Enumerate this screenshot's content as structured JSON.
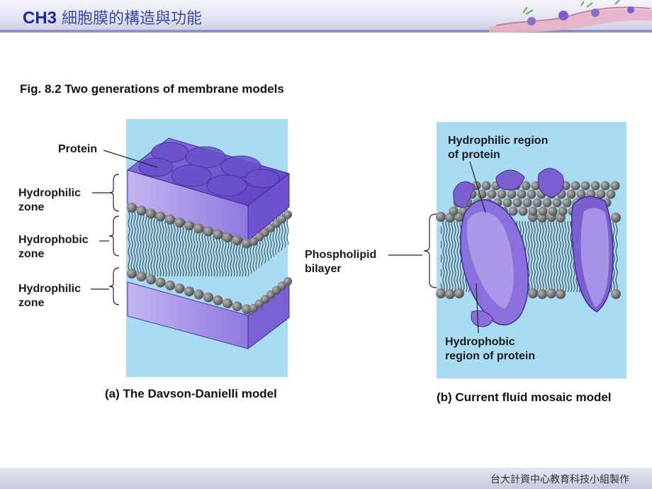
{
  "header": {
    "chapter": "CH3",
    "title": " 細胞膜的構造與功能"
  },
  "figure": {
    "title": "Fig. 8.2  Two generations of membrane models"
  },
  "panel_a": {
    "labels": {
      "protein": "Protein",
      "hydrophilic_top_1": "Hydrophilic",
      "hydrophilic_top_2": "zone",
      "hydrophobic_1": "Hydrophobic",
      "hydrophobic_2": "zone",
      "hydrophilic_bottom_1": "Hydrophilic",
      "hydrophilic_bottom_2": "zone"
    },
    "caption": "(a)  The Davson-Danielli model"
  },
  "panel_b": {
    "labels": {
      "hydrophilic_region_1": "Hydrophilic region",
      "hydrophilic_region_2": "of  protein",
      "bilayer_1": "Phospholipid",
      "bilayer_2": "bilayer",
      "hydrophobic_region_1": "Hydrophobic",
      "hydrophobic_region_2": "region of protein"
    },
    "caption": "(b)  Current fluid mosaic model"
  },
  "footer": {
    "credit": "台大計資中心教育科技小組製作"
  },
  "colors": {
    "background_panel": "#a9dcf2",
    "protein": "#7b5fd1",
    "protein_light": "#b4a3ec",
    "head": "#6f6f6f",
    "accent": "#2b2f86"
  }
}
